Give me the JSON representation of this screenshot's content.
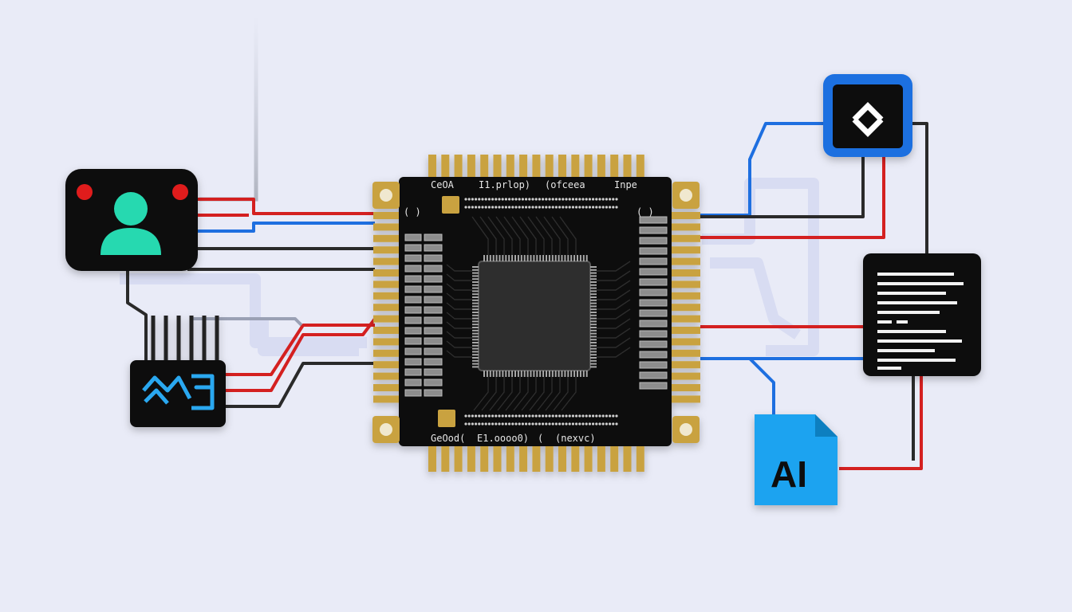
{
  "chip": {
    "top_labels": [
      "CeOA",
      "I1.prlop)",
      "(ofceea",
      "Inpe"
    ],
    "bottom_labels": [
      "GeOod(",
      "E1.oooo0)",
      "(",
      "(nexvc)"
    ],
    "left_marks": [
      "( )",
      "( )"
    ]
  },
  "ai_doc": {
    "label": "AI"
  },
  "icons": {
    "user_device": "user-icon",
    "wave_module": "wave-logo-icon",
    "logo_badge": "diamond-chevron-icon",
    "text_panel": "document-lines-icon",
    "ai_doc": "ai-file-icon"
  },
  "colors": {
    "background": "#e9ebf7",
    "wire_red": "#d42020",
    "wire_blue": "#1e6fe0",
    "wire_black": "#2a2a2a",
    "gold": "#c9a23f",
    "teal": "#27d9b0",
    "ai_blue": "#1aa3f0"
  }
}
